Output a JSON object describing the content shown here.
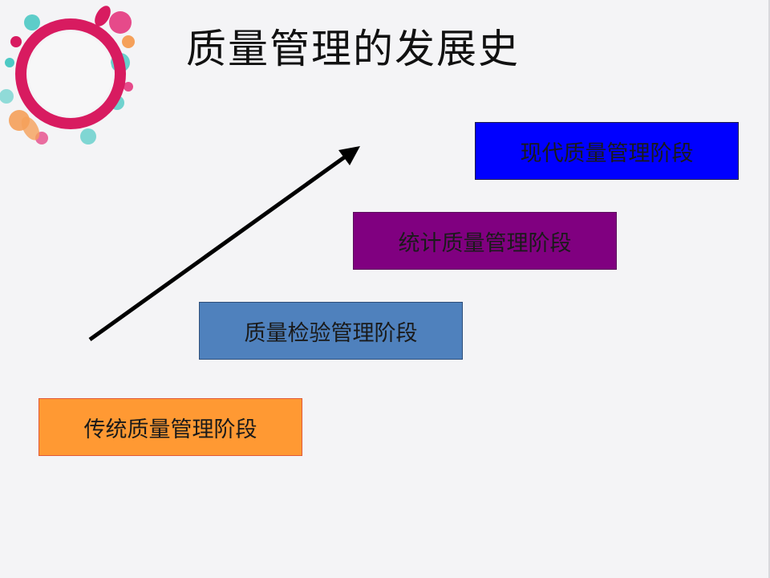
{
  "title": "质量管理的发展史",
  "stages": [
    {
      "label": "传统质量管理阶段",
      "bg": "#ff9933",
      "border": "#e05a3a",
      "color": "#1a1a1a"
    },
    {
      "label": "质量检验管理阶段",
      "bg": "#4f81bd",
      "border": "#2f4f7a",
      "color": "#1a1a1a"
    },
    {
      "label": "统计质量管理阶段",
      "bg": "#800080",
      "border": "#5a0f5a",
      "color": "#1a1a1a"
    },
    {
      "label": "现代质量管理阶段",
      "bg": "#0000ff",
      "border": "#1a1a4a",
      "color": "#1a1a1a"
    }
  ],
  "colors": {
    "background": "#f4f4f6",
    "arrow": "#000000",
    "logo_ring": "#d81b60",
    "logo_accent_teal": "#4dc9c4",
    "logo_accent_orange": "#f5a05a",
    "logo_accent_pink": "#e64a8a"
  },
  "icons": {
    "logo": "decorative-ring-logo-icon",
    "arrow": "diagonal-up-arrow-icon"
  }
}
